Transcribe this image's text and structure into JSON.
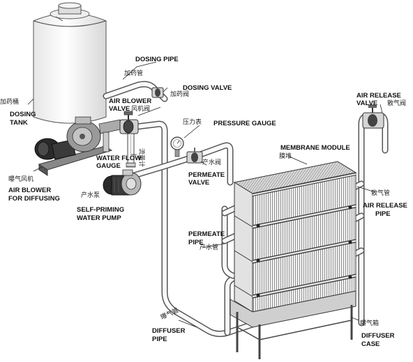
{
  "labels": {
    "dosing_pipe_en": "DOSING PIPE",
    "dosing_pipe_cn": "加药管",
    "dosing_valve_en": "DOSING VALVE",
    "dosing_valve_cn": "加药阀",
    "dosing_tank_en_1": "DOSING",
    "dosing_tank_en_2": "TANK",
    "dosing_tank_cn": "加药桶",
    "air_blower_valve_en_1": "AIR BLOWER",
    "air_blower_valve_en_2": "VALVE",
    "air_blower_valve_cn": "风机阀",
    "pressure_gauge_en": "PRESSURE GAUGE",
    "pressure_gauge_cn": "压力表",
    "water_flow_gauge_en_1": "WATER FLOW",
    "water_flow_gauge_en_2": "GAUGE",
    "water_flow_gauge_cn": "流量计",
    "membrane_module_en": "MEMBRANE MODULE",
    "membrane_module_cn": "膜堆",
    "air_release_valve_en_1": "AIR RELEASE",
    "air_release_valve_en_2": "VALVE",
    "air_release_valve_cn": "散气阀",
    "permeate_valve_en_1": "PERMEATE",
    "permeate_valve_en_2": "VALVE",
    "permeate_valve_cn": "产水阀",
    "air_blower_en_1": "AIR BLOWER",
    "air_blower_en_2": "FOR DIFFUSING",
    "air_blower_cn": "曝气风机",
    "pump_en_1": "SELF-PRIMING",
    "pump_en_2": "WATER PUMP",
    "pump_cn": "产水泵",
    "air_release_pipe_en_1": "AIR RELEASE",
    "air_release_pipe_en_2": "PIPE",
    "air_release_pipe_cn": "散气管",
    "permeate_pipe_en_1": "PERMEATE",
    "permeate_pipe_en_2": "PIPE",
    "permeate_pipe_cn": "产水管",
    "diffuser_pipe_en_1": "DIFFUSER",
    "diffuser_pipe_en_2": "PIPE",
    "diffuser_pipe_cn": "曝气管",
    "diffuser_case_en_1": "DIFFUSER",
    "diffuser_case_en_2": "CASE",
    "diffuser_case_cn": "曝气箱"
  }
}
